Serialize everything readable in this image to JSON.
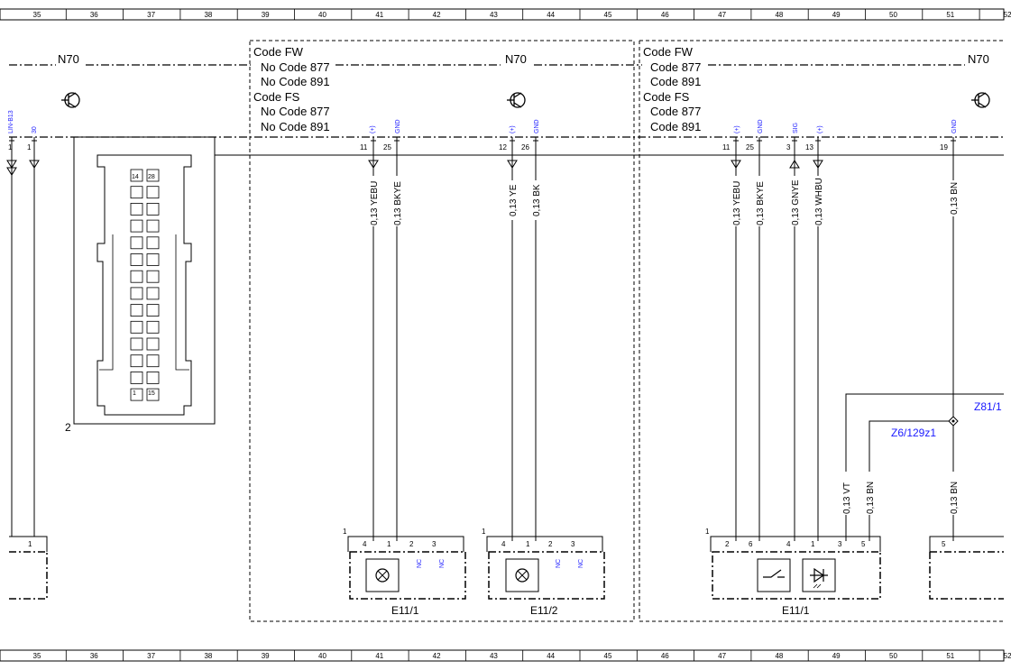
{
  "ruler": [
    "35",
    "36",
    "37",
    "38",
    "39",
    "40",
    "41",
    "42",
    "43",
    "44",
    "45",
    "46",
    "47",
    "48",
    "49",
    "50",
    "51",
    "52"
  ],
  "code_blocks": [
    {
      "lines": [
        "Code FW",
        "No Code 877",
        "No Code 891",
        "Code FS",
        "No Code 877",
        "No Code 891"
      ]
    },
    {
      "lines": [
        "Code FW",
        "Code 877",
        "Code 891",
        "Code FS",
        "Code 877",
        "Code 891"
      ]
    }
  ],
  "n70_labels": [
    "N70",
    "N70",
    "N70"
  ],
  "left_connector": {
    "pins": [
      "1",
      "1"
    ],
    "signals": [
      "LIN-B13",
      "30"
    ],
    "plug_label": "2",
    "plug_cells_top": [
      "14",
      "28"
    ],
    "plug_cells_bottom": [
      "1",
      "15"
    ]
  },
  "section1": {
    "pins": [
      "11",
      "25",
      "12",
      "26"
    ],
    "signals": [
      "(+)",
      "GND",
      "(+)",
      "GND"
    ],
    "wires": [
      "0,13 YEBU",
      "0,13 BKYE",
      "0,13 YE",
      "0,13 BK"
    ],
    "components": [
      {
        "label": "E11/1",
        "index": "1",
        "pins": [
          "4",
          "1",
          "2",
          "3"
        ],
        "nc": [
          "NC",
          "NC"
        ]
      },
      {
        "label": "E11/2",
        "index": "1",
        "pins": [
          "4",
          "1",
          "2",
          "3"
        ],
        "nc": [
          "NC",
          "NC"
        ]
      }
    ]
  },
  "section2": {
    "pins": [
      "11",
      "25",
      "3",
      "13",
      "19"
    ],
    "signals": [
      "(+)",
      "GND",
      "SIG",
      "(+)",
      "GND"
    ],
    "wires": [
      "0,13 YEBU",
      "0,13 BKYE",
      "0,13 GNYE",
      "0,13 WHBU",
      "0,13 BN"
    ],
    "lower_wires": [
      "0,13 VT",
      "0,13 BN",
      "0,13 BN"
    ],
    "component": {
      "label": "E11/1",
      "index": "1",
      "pins": [
        "2",
        "6",
        "4",
        "1",
        "3",
        "5"
      ]
    },
    "right_pin": "5",
    "refs": [
      "Z81/1",
      "Z6/129z1"
    ],
    "bottom_left_pin": "1"
  }
}
